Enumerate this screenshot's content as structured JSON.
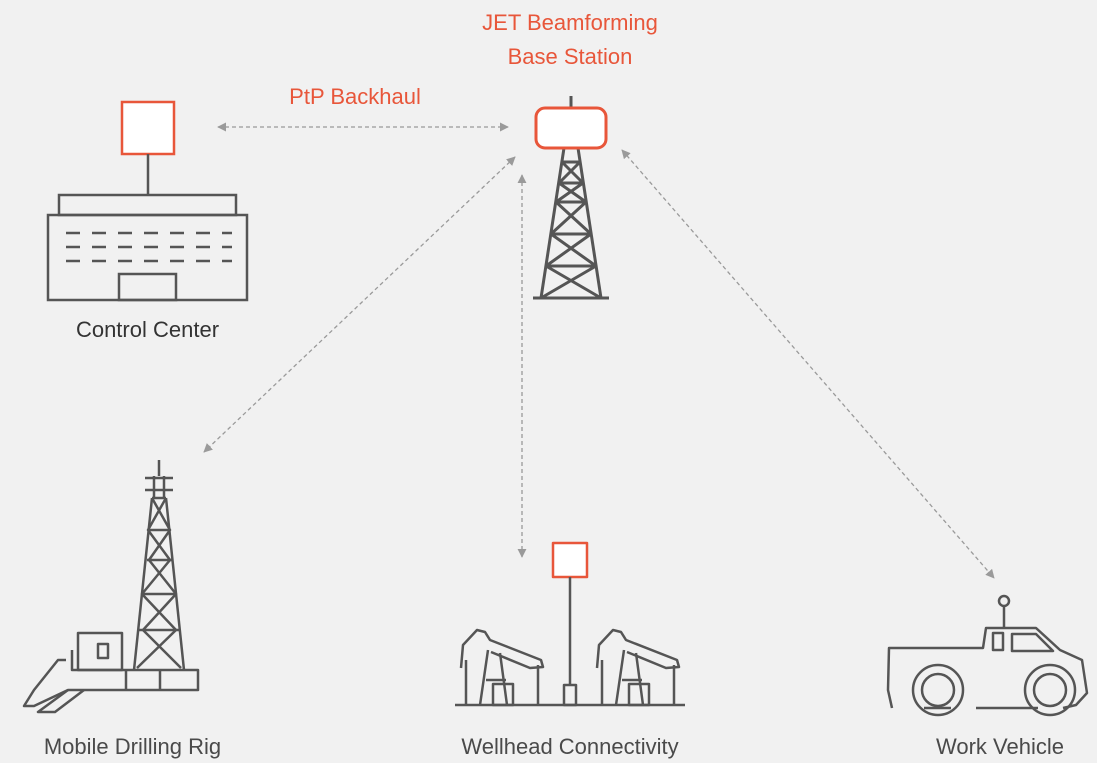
{
  "base_station": {
    "title_line1": "JET Beamforming",
    "title_line2": "Base Station"
  },
  "backhaul_label": "PtP Backhaul",
  "nodes": {
    "control_center": "Control Center",
    "drilling_rig": "Mobile Drilling Rig",
    "wellhead": "Wellhead Connectivity",
    "vehicle": "Work Vehicle"
  },
  "colors": {
    "accent": "#e8563a",
    "line": "#555555",
    "link": "#9a9a9a",
    "background": "#f1f1f1"
  }
}
